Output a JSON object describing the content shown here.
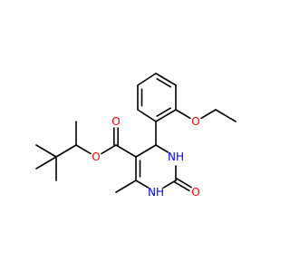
{
  "molecule": {
    "background": "#ffffff",
    "bond_color": "#000000",
    "atoms": {
      "o_ester_carbonyl": {
        "label": "O",
        "color": "#ff0000"
      },
      "o_ester_single": {
        "label": "O",
        "color": "#ff0000"
      },
      "o_ether": {
        "label": "O",
        "color": "#ff0000"
      },
      "o_urea": {
        "label": "O",
        "color": "#ff0000"
      },
      "n_upper": {
        "label": "NH",
        "color": "#0000ff"
      },
      "n_lower": {
        "label": "NH",
        "color": "#0000ff"
      }
    }
  }
}
